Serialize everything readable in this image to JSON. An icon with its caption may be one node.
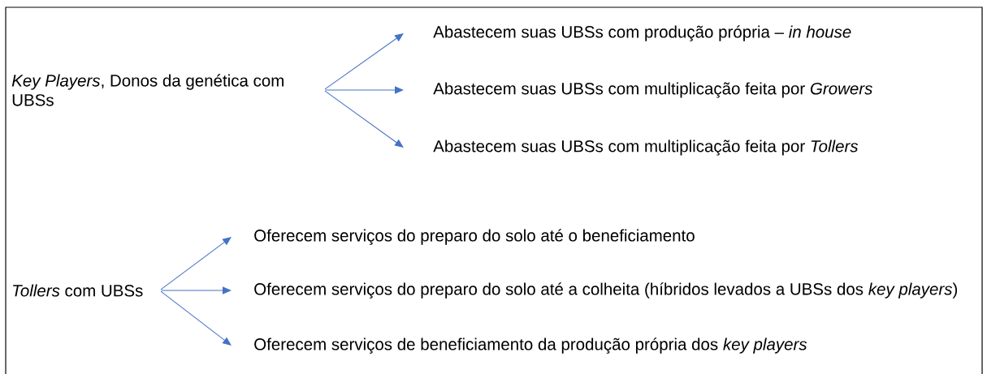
{
  "diagram": {
    "nodes": [
      {
        "text": [
          "*Key Players*, Donos da genética com UBSs"
        ]
      },
      {
        "text": [
          "Abastecem suas UBSs com produção própria – *in house*"
        ]
      },
      {
        "text": [
          "Abastecem suas UBSs com multiplicação feita por *Growers*"
        ]
      },
      {
        "text": [
          "Abastecem suas UBSs com multiplicação feita por *Tollers*"
        ]
      },
      {
        "text": [
          "*Tollers* com UBSs"
        ]
      },
      {
        "text": [
          "Oferecem serviços do preparo do solo até o beneficiamento"
        ]
      },
      {
        "text": [
          "Oferecem serviços do preparo do solo até a colheita (híbridos levados a UBSs dos *key players*)"
        ]
      },
      {
        "text": [
          "Oferecem serviços de beneficiamento da produção própria dos *key players*"
        ]
      }
    ],
    "edges": [
      {
        "from": 0,
        "to": 1,
        "arrow": "to"
      },
      {
        "from": 0,
        "to": 2,
        "arrow": "to"
      },
      {
        "from": 0,
        "to": 3,
        "arrow": "to"
      },
      {
        "from": 4,
        "to": 5,
        "arrow": "to"
      },
      {
        "from": 4,
        "to": 6,
        "arrow": "to"
      },
      {
        "from": 4,
        "to": 7,
        "arrow": "to"
      }
    ]
  }
}
